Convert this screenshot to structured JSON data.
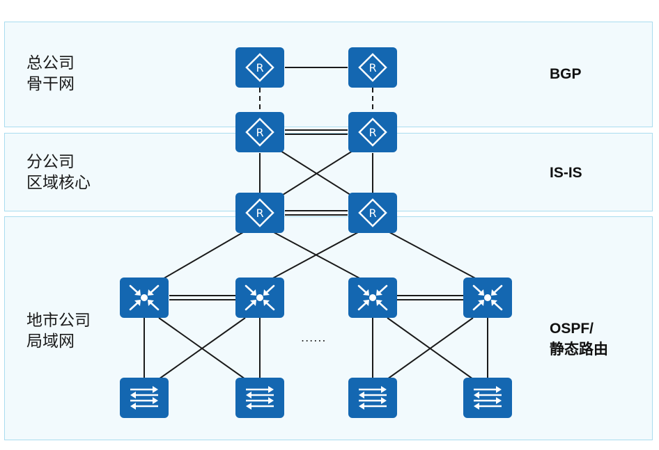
{
  "zones": {
    "hq": "总公司\n骨干网",
    "branch": "分公司\n区域核心",
    "city": "地市公司\n局域网"
  },
  "protocols": {
    "hq": "BGP",
    "branch": "IS-IS",
    "city": "OSPF/\n静态路由"
  },
  "ellipsis": "......",
  "colors": {
    "device": "#1467b1",
    "band_fill": "#f2fafd",
    "band_border": "#a9dcef",
    "link": "#1a1a1a"
  },
  "icons": {
    "router": "router-icon",
    "core_switch": "l3-switch-icon",
    "access_switch": "l2-switch-icon"
  }
}
